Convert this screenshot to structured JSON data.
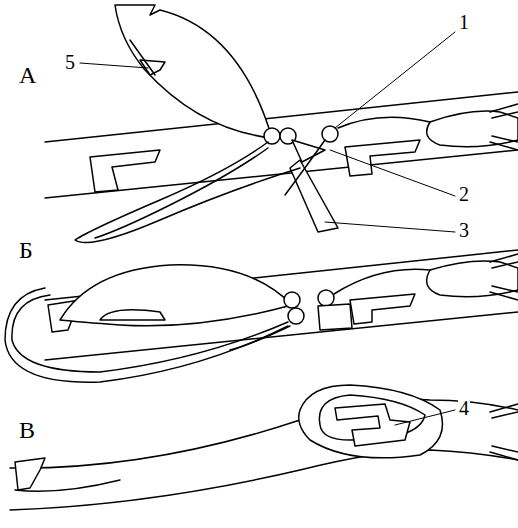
{
  "diagram": {
    "labels": [
      "А",
      "5",
      "1",
      "2",
      "3",
      "Б",
      "4",
      "В"
    ]
  }
}
